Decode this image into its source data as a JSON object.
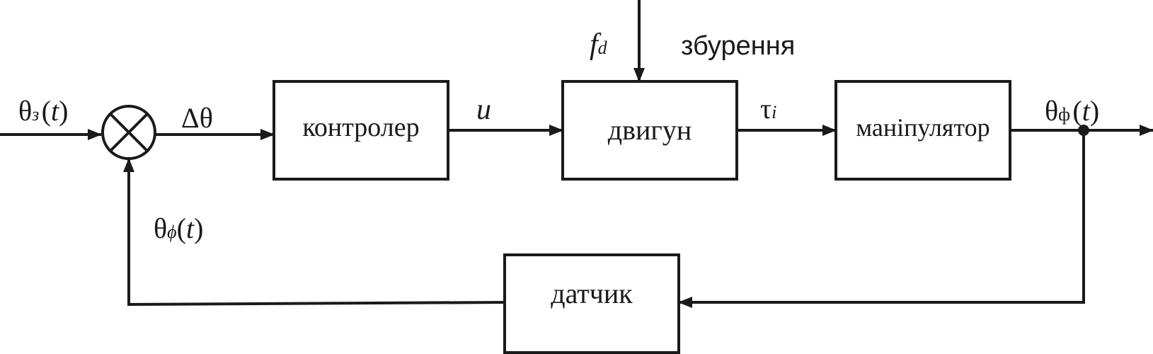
{
  "blocks": {
    "controller": "контролер",
    "motor": "двигун",
    "manipulator": "маніпулятор",
    "sensor": "датчик"
  },
  "labels": {
    "disturbance": "збурення",
    "input_theta": "θ",
    "input_sub": "з",
    "t": "t",
    "delta_theta": "Δθ",
    "u": "u",
    "fd_f": "f",
    "fd_d": "d",
    "tau": "τ",
    "tau_i": "i",
    "output_theta": "θ",
    "output_sub": "ф",
    "feedback_theta": "θ",
    "feedback_sub": "ϕ"
  },
  "colors": {
    "line": "#1a1a1a",
    "background": "#ffffff"
  }
}
